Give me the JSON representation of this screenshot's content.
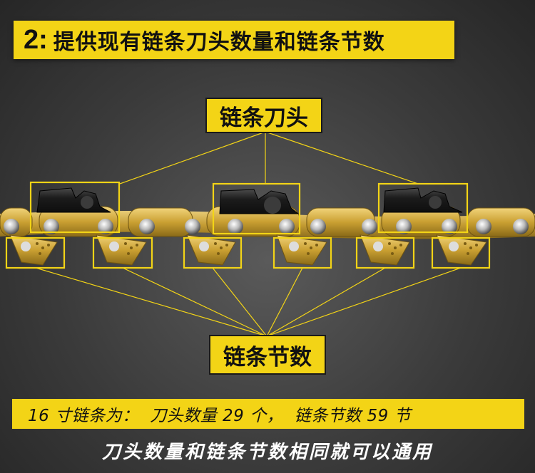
{
  "heading": {
    "number": "2:",
    "title": "提供现有链条刀头数量和链条节数"
  },
  "labels": {
    "cutter": "链条刀头",
    "links": "链条节数"
  },
  "summary": "16 寸链条为：  刀头数量 29 个，  链条节数 59 节",
  "footer": "刀头数量和链条节数相同就可以通用",
  "colors": {
    "accent_yellow": "#f3d416",
    "chain_gold": "#d4a82a",
    "cutter_black": "#1c1c1c",
    "background": "#3b3b3b"
  }
}
